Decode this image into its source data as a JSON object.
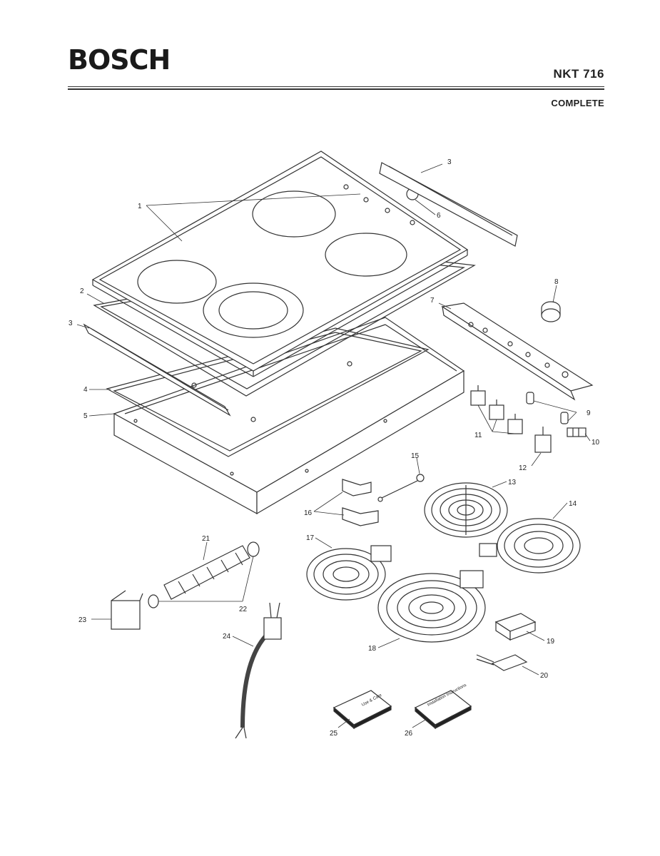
{
  "header": {
    "brand": "BOSCH",
    "model": "NKT 716",
    "subtitle": "COMPLETE"
  },
  "callouts": [
    {
      "id": "c1",
      "label": "1"
    },
    {
      "id": "c2",
      "label": "2"
    },
    {
      "id": "c3a",
      "label": "3"
    },
    {
      "id": "c3b",
      "label": "3"
    },
    {
      "id": "c4",
      "label": "4"
    },
    {
      "id": "c5",
      "label": "5"
    },
    {
      "id": "c6",
      "label": "6"
    },
    {
      "id": "c7",
      "label": "7"
    },
    {
      "id": "c8",
      "label": "8"
    },
    {
      "id": "c9",
      "label": "9"
    },
    {
      "id": "c10",
      "label": "10"
    },
    {
      "id": "c11",
      "label": "11"
    },
    {
      "id": "c12",
      "label": "12"
    },
    {
      "id": "c13",
      "label": "13"
    },
    {
      "id": "c14",
      "label": "14"
    },
    {
      "id": "c15",
      "label": "15"
    },
    {
      "id": "c16",
      "label": "16"
    },
    {
      "id": "c17",
      "label": "17"
    },
    {
      "id": "c18",
      "label": "18"
    },
    {
      "id": "c19",
      "label": "19"
    },
    {
      "id": "c20",
      "label": "20"
    },
    {
      "id": "c21",
      "label": "21"
    },
    {
      "id": "c22",
      "label": "22"
    },
    {
      "id": "c23",
      "label": "23"
    },
    {
      "id": "c24",
      "label": "24"
    },
    {
      "id": "c25",
      "label": "25"
    },
    {
      "id": "c26",
      "label": "26"
    }
  ],
  "manuals": {
    "use_care": "Use & Care",
    "installation": "Installation Instructions"
  }
}
